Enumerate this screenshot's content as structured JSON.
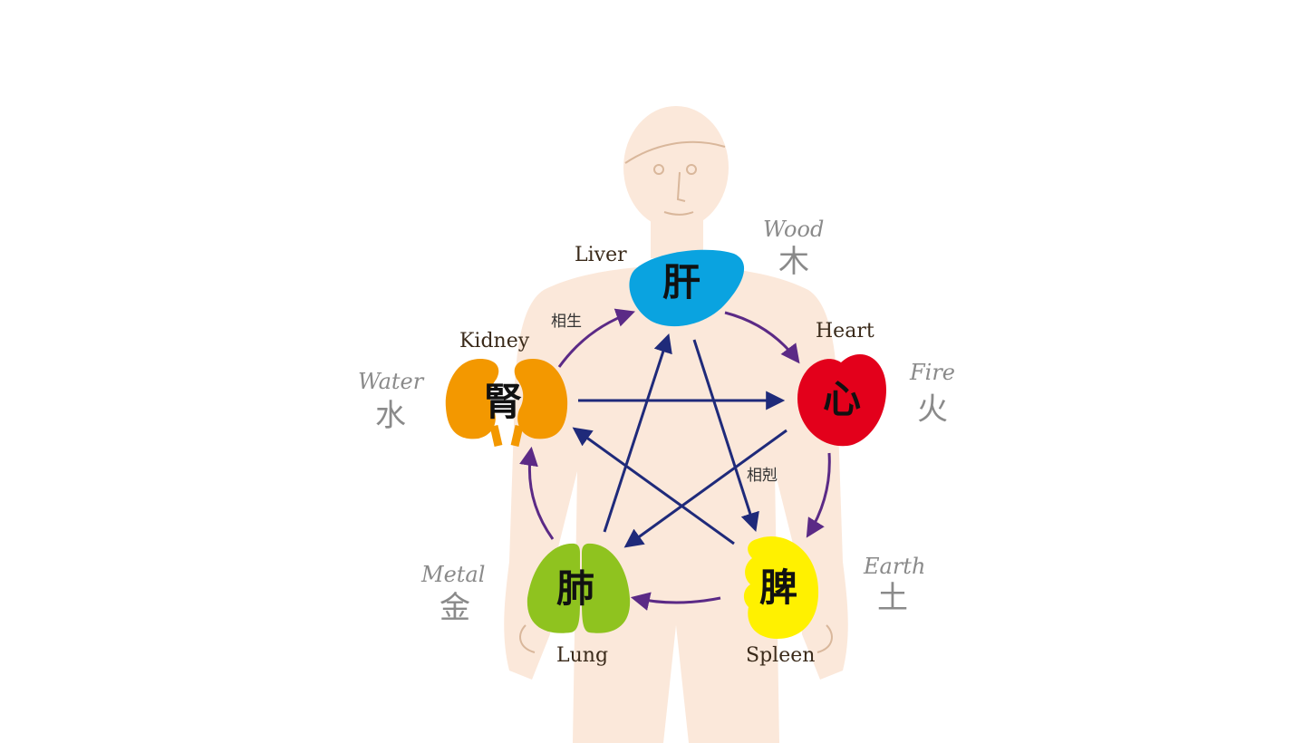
{
  "organs": {
    "liver": {
      "kanji": "肝",
      "label": "Liver",
      "color": "#0aa3e0"
    },
    "heart": {
      "kanji": "心",
      "label": "Heart",
      "color": "#e3001b"
    },
    "spleen": {
      "kanji": "脾",
      "label": "Spleen",
      "color": "#fff100"
    },
    "lung": {
      "kanji": "肺",
      "label": "Lung",
      "color": "#8fc31f"
    },
    "kidney": {
      "kanji": "腎",
      "label": "Kidney",
      "color": "#f39800"
    }
  },
  "elements": {
    "wood": {
      "en": "Wood",
      "kanji": "木"
    },
    "fire": {
      "en": "Fire",
      "kanji": "火"
    },
    "earth": {
      "en": "Earth",
      "kanji": "土"
    },
    "metal": {
      "en": "Metal",
      "kanji": "金"
    },
    "water": {
      "en": "Water",
      "kanji": "水"
    }
  },
  "cycles": {
    "generating": {
      "label": "相生",
      "color": "#5b2a86"
    },
    "controlling": {
      "label": "相剋",
      "color": "#1f2a7a"
    }
  },
  "colors": {
    "body": "#fbe8da",
    "body_line": "#d9b79b"
  }
}
